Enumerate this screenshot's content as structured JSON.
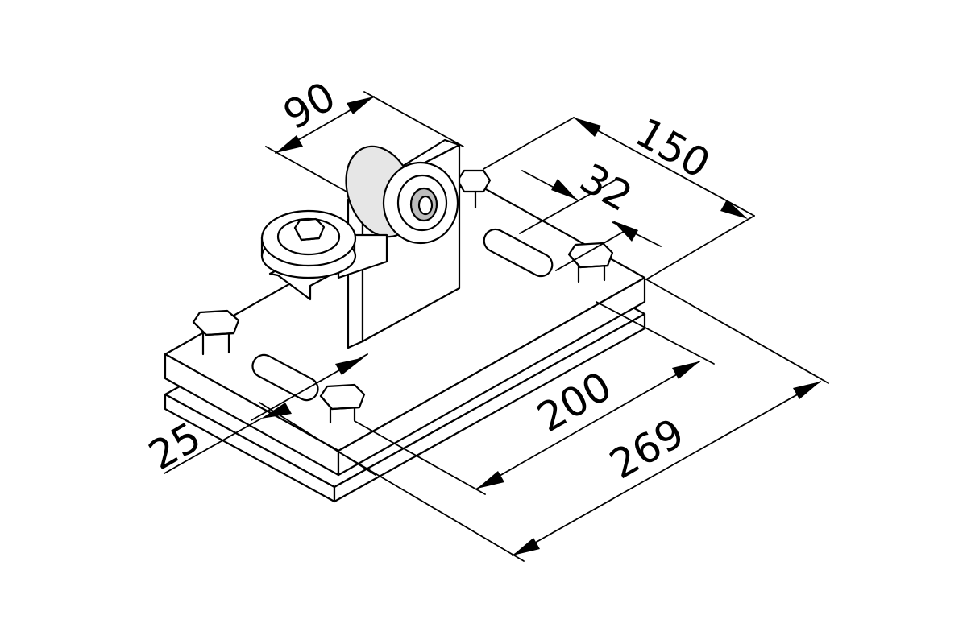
{
  "dimensions": {
    "width_90": "90",
    "length_150": "150",
    "slot_32": "32",
    "offset_25": "25",
    "length_200": "200",
    "length_269": "269"
  }
}
